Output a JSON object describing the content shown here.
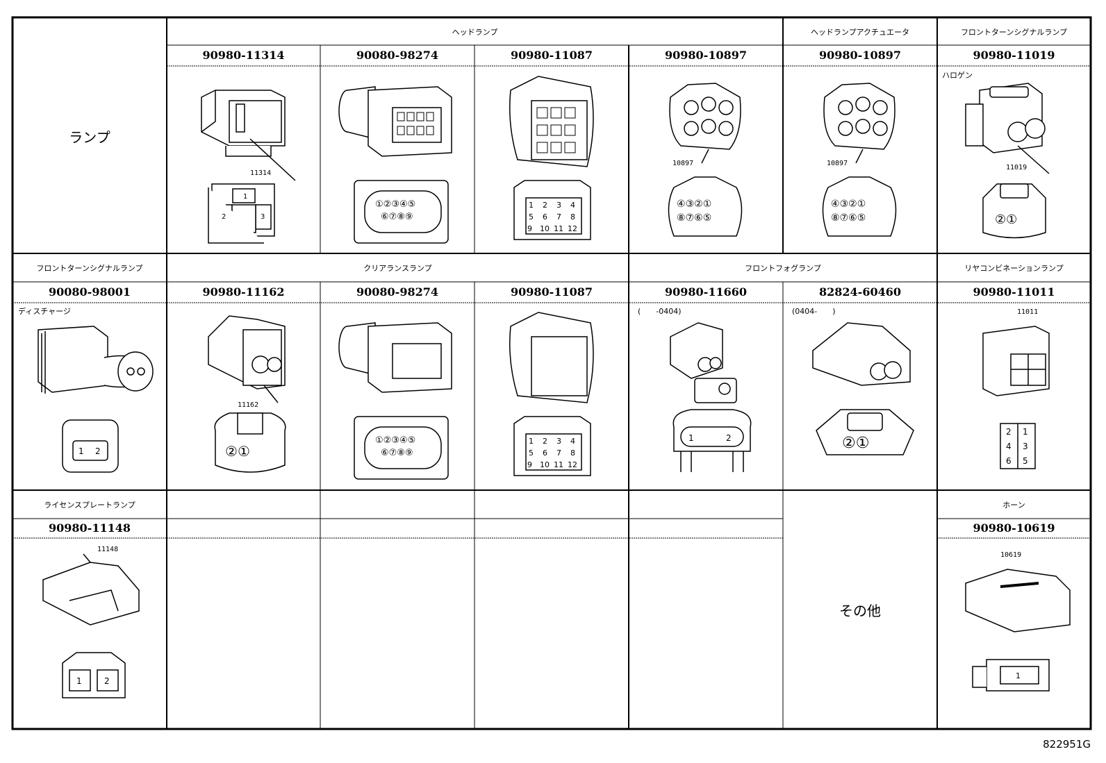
{
  "row1": {
    "category": "ランプ",
    "group_headlamp": "ヘッドランプ",
    "group_actuator": "ヘッドランプアクチュエータ",
    "group_front_turn": "フロントターンシグナルランプ",
    "parts": [
      "90980-11314",
      "90080-98274",
      "90980-11087",
      "90980-10897",
      "90980-10897",
      "90980-11019"
    ],
    "codes": [
      "11314",
      "10897",
      "10897",
      "11019"
    ],
    "note_halogen": "ハロゲン"
  },
  "row2": {
    "group_front_turn": "フロントターンシグナルランプ",
    "group_clearance": "クリアランスランプ",
    "group_fog": "フロントフォグランプ",
    "group_rear_combo": "リヤコンビネーションランプ",
    "parts": [
      "90080-98001",
      "90980-11162",
      "90080-98274",
      "90980-11087",
      "90980-11660",
      "82824-60460",
      "90980-11011"
    ],
    "codes": [
      "11162",
      "11011"
    ],
    "note_discharge": "ディスチャージ",
    "note_fog1": "(　　-0404)",
    "note_fog2": "(0404-　　)"
  },
  "row3": {
    "group_license": "ライセンスプレートランプ",
    "group_horn": "ホーン",
    "parts": [
      "90980-11148",
      "90980-10619"
    ],
    "codes": [
      "11148",
      "10619"
    ],
    "other": "その他"
  },
  "pins": {
    "p3": [
      "1",
      "2",
      "3"
    ],
    "p8oval": [
      "①",
      "②",
      "③",
      "④",
      "⑤",
      "⑥",
      "⑦",
      "⑧",
      "⑨"
    ],
    "p12": [
      "1",
      "2",
      "3",
      "4",
      "5",
      "6",
      "7",
      "8",
      "9",
      "10",
      "11",
      "12"
    ],
    "p8round": [
      "④",
      "③",
      "②",
      "①",
      "⑧",
      "⑦",
      "⑥",
      "⑤"
    ],
    "p2circle": [
      "②",
      "①"
    ],
    "p2": [
      "1",
      "2"
    ],
    "p6": [
      "2",
      "1",
      "4",
      "3",
      "6",
      "5"
    ],
    "p1": [
      "1"
    ]
  },
  "drawing_id": "822951G"
}
